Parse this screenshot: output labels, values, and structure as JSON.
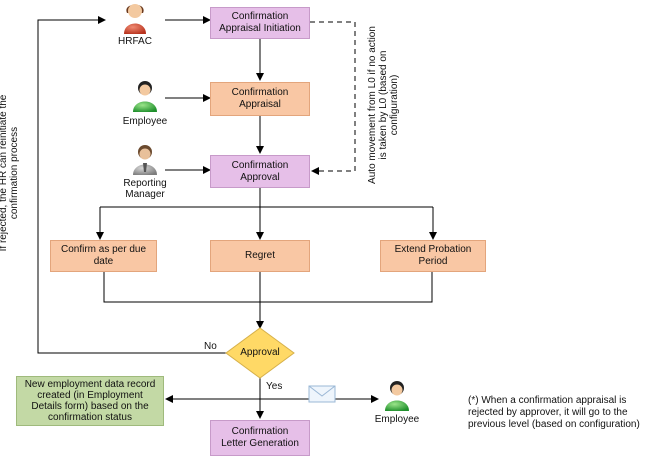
{
  "nodes": {
    "initiation": "Confirmation\nAppraisal Initiation",
    "appraisal": "Confirmation\nAppraisal",
    "approval_box": "Confirmation\nApproval",
    "confirm_due": "Confirm as per due\ndate",
    "regret": "Regret",
    "extend": "Extend Probation\nPeriod",
    "decision": "Approval",
    "new_record": "New employment data record\ncreated (in Employment\nDetails form) based on the\nconfirmation status",
    "letter": "Confirmation\nLetter Generation"
  },
  "actors": {
    "hrfac": "HRFAC",
    "employee": "Employee",
    "reporting_manager": "Reporting\nManager",
    "employee_notified": "Employee"
  },
  "edge_labels": {
    "no": "No",
    "yes": "Yes",
    "auto_movement": "Auto movement from L0 if no action\nis taken by L0 (based on\nconfiguration)",
    "rejected_loop": "If  rejected, the HR can reinitiate the\nconfirmation process"
  },
  "footnote": "(*) When a confirmation appraisal is\nrejected by approver, it will go to the\nprevious level (based on configuration)",
  "colors": {
    "purple_box": "#e6bfe8",
    "orange_box": "#f9c7a4",
    "green_box": "#c3d9a5",
    "decision_fill": "#ffd966",
    "hrfac_accent": "#c0392b",
    "employee_accent": "#22a33a",
    "manager_accent": "#8c8c8c"
  },
  "icons": {
    "hrfac": "female-person-icon",
    "employee": "person-icon",
    "manager": "manager-person-icon",
    "mail": "envelope-icon"
  }
}
